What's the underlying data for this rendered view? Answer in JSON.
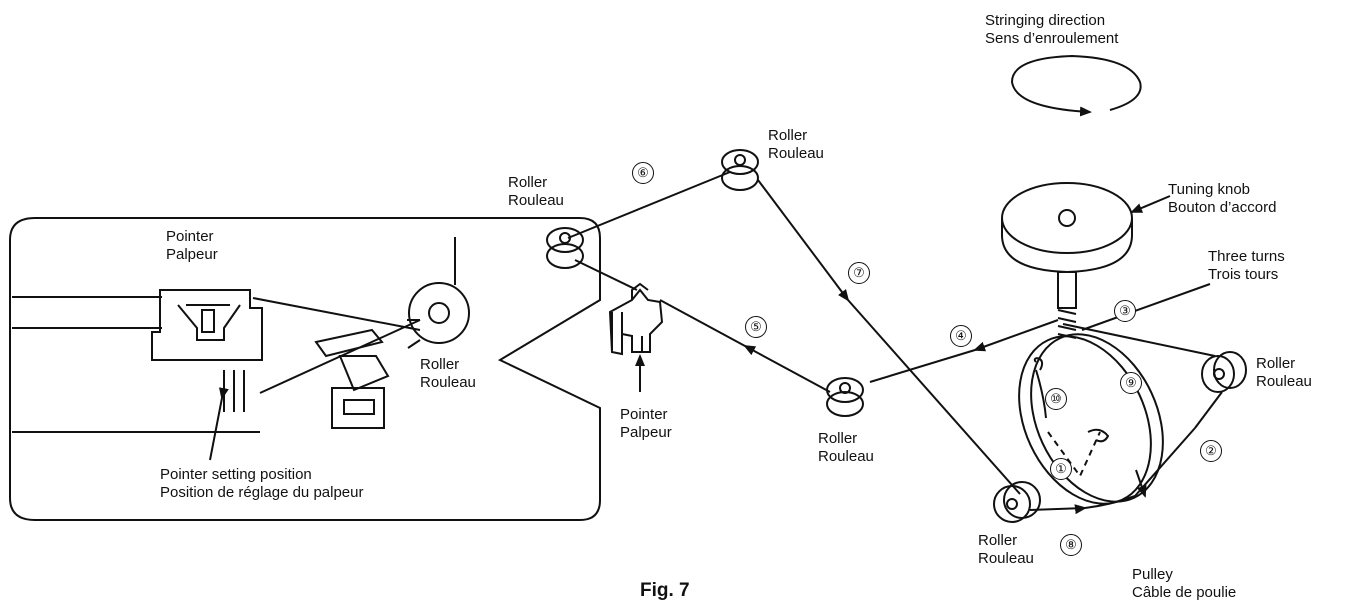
{
  "figure_caption": "Fig. 7",
  "labels": {
    "stringing_direction": {
      "en": "Stringing direction",
      "fr": "Sens d’enroulement"
    },
    "tuning_knob": {
      "en": "Tuning knob",
      "fr": "Bouton d’accord"
    },
    "three_turns": {
      "en": "Three turns",
      "fr": "Trois tours"
    },
    "roller_top": {
      "en": "Roller",
      "fr": "Rouleau"
    },
    "roller_left": {
      "en": "Roller",
      "fr": "Rouleau"
    },
    "roller_mid": {
      "en": "Roller",
      "fr": "Rouleau"
    },
    "roller_right": {
      "en": "Roller",
      "fr": "Rouleau"
    },
    "roller_bottom": {
      "en": "Roller",
      "fr": "Rouleau"
    },
    "roller_inset": {
      "en": "Roller",
      "fr": "Rouleau"
    },
    "pointer_main": {
      "en": "Pointer",
      "fr": "Palpeur"
    },
    "pointer_inset": {
      "en": "Pointer",
      "fr": "Palpeur"
    },
    "pointer_setting": {
      "en": "Pointer setting position",
      "fr": "Position de réglage du palpeur"
    },
    "pulley": {
      "en": "Pulley",
      "fr": "Câble de poulie"
    }
  },
  "step_numbers": [
    "①",
    "②",
    "③",
    "④",
    "⑤",
    "⑥",
    "⑦",
    "⑧",
    "⑨",
    "⑩"
  ]
}
